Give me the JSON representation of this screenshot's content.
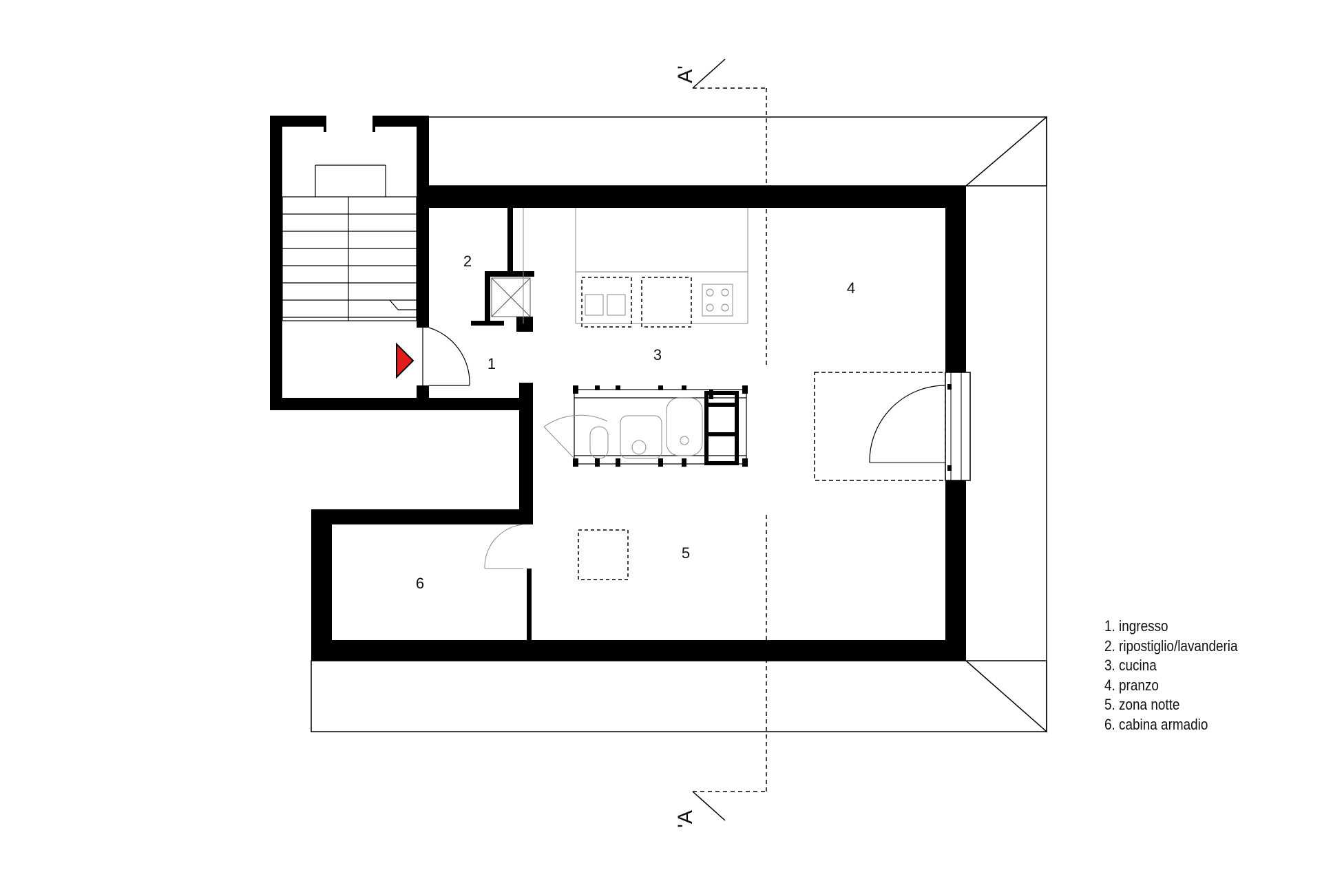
{
  "rooms": [
    {
      "number": "1"
    },
    {
      "number": "2"
    },
    {
      "number": "3"
    },
    {
      "number": "4"
    },
    {
      "number": "5"
    },
    {
      "number": "6"
    }
  ],
  "section_marks": {
    "top": "A'",
    "bottom": "'A"
  },
  "legend": {
    "items": [
      "1. ingresso",
      "2. ripostiglio/lavanderia",
      "3. cucina",
      "4. pranzo",
      "5. zona notte",
      "6. cabina armadio"
    ]
  },
  "colors": {
    "wall": "#000000",
    "thin_line": "#000000",
    "furniture": "#8a8a8a",
    "entrance_arrow": "#e31b1b"
  },
  "icons": {
    "entrance": "entrance-arrow-icon"
  }
}
